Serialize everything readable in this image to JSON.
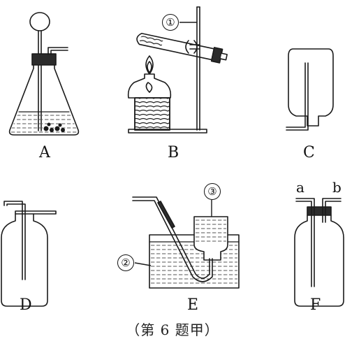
{
  "apparatus": {
    "A": {
      "label": "A"
    },
    "B": {
      "label": "B",
      "marker": "①"
    },
    "C": {
      "label": "C"
    },
    "D": {
      "label": "D"
    },
    "E": {
      "label": "E",
      "marker_water": "②",
      "marker_bottle": "③"
    },
    "F": {
      "label": "F",
      "port_a": "a",
      "port_b": "b"
    }
  },
  "caption": "（第 6 题甲）",
  "colors": {
    "line": "#1a1a1a",
    "fill_dark": "#2b2b2b",
    "water": "#e9e9e9"
  }
}
